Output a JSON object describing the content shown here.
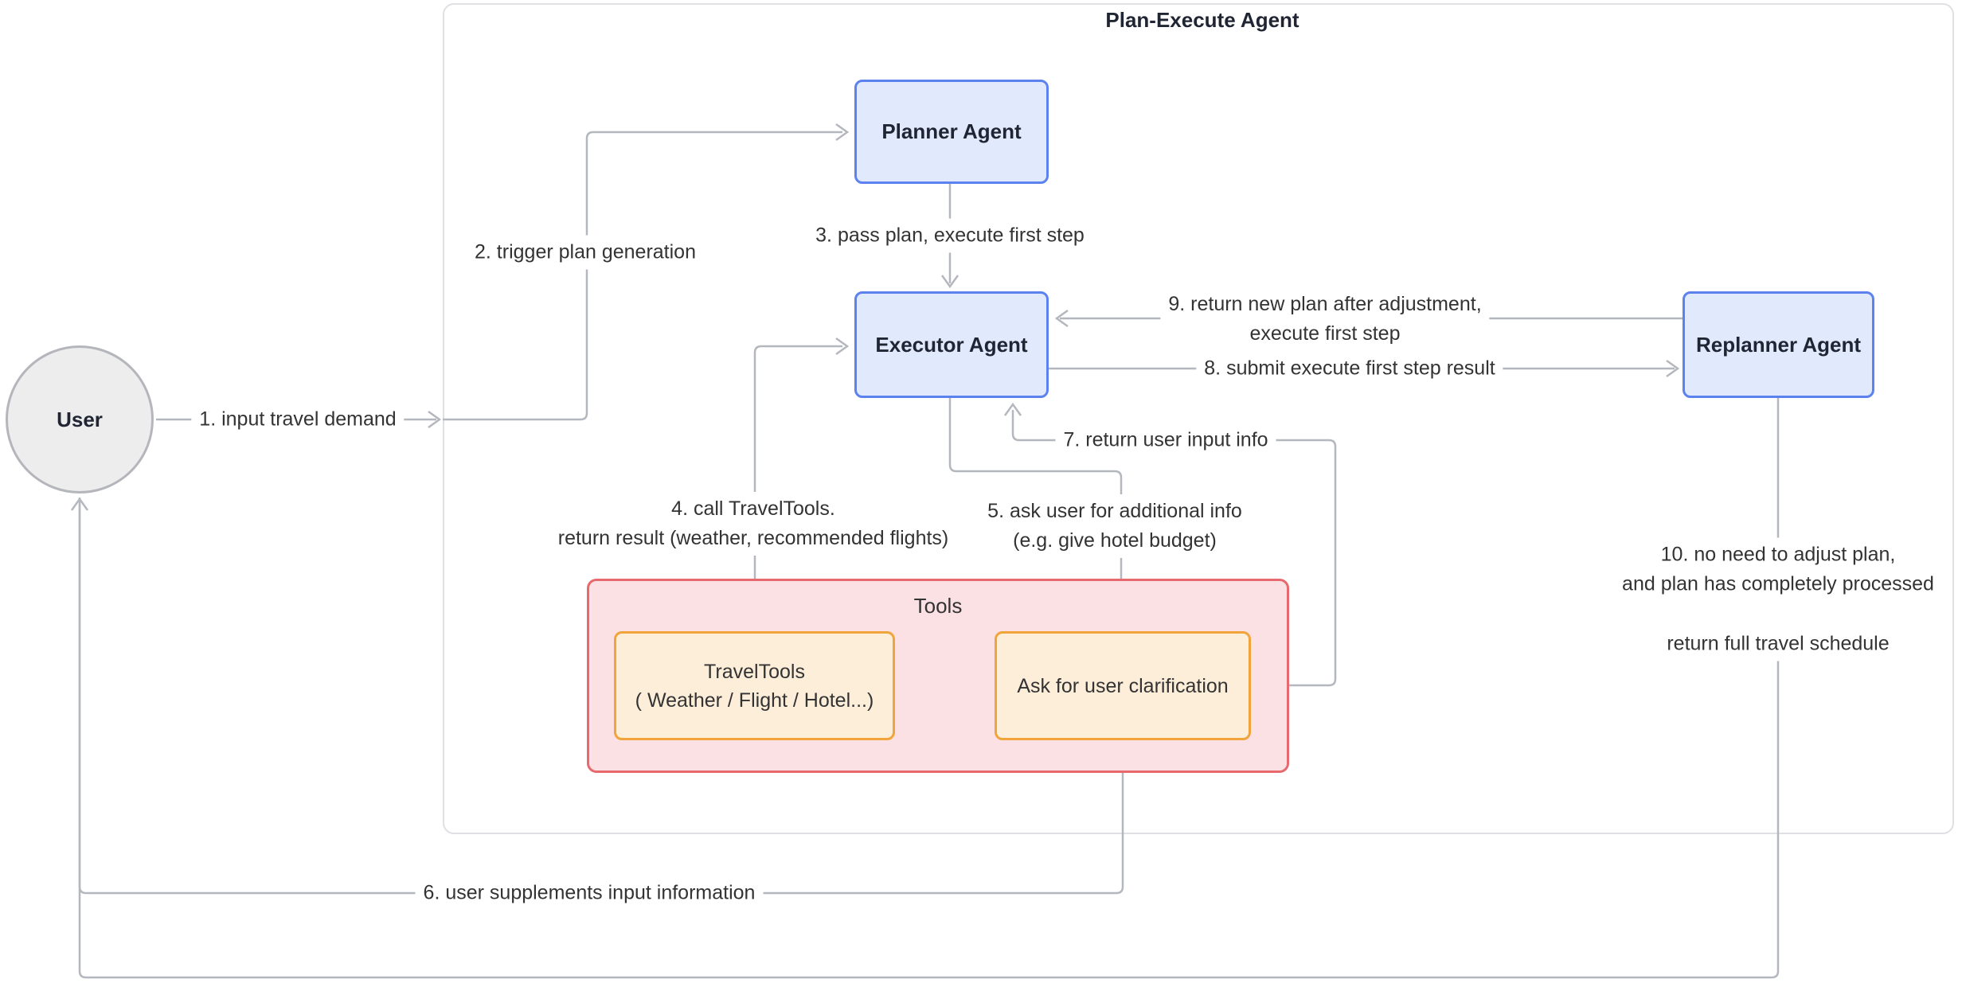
{
  "diagram": {
    "title": "Plan-Execute Agent",
    "nodes": {
      "user": {
        "label": "User"
      },
      "planner": {
        "label": "Planner Agent"
      },
      "executor": {
        "label": "Executor Agent"
      },
      "replanner": {
        "label": "Replanner Agent"
      },
      "tools_group": {
        "label": "Tools"
      },
      "travel_tools": {
        "line1": "TravelTools",
        "line2": "( Weather / Flight / Hotel...)"
      },
      "ask_user": {
        "label": "Ask for user clarification"
      }
    },
    "edges": {
      "e1": {
        "label": "1. input travel demand"
      },
      "e2": {
        "label": "2. trigger plan generation"
      },
      "e3": {
        "label": "3. pass plan, execute first step"
      },
      "e4": {
        "line1": "4. call TravelTools.",
        "line2": "return result (weather, recommended flights)"
      },
      "e5": {
        "line1": "5. ask user for additional info",
        "line2": "(e.g. give hotel budget)"
      },
      "e6": {
        "label": "6. user supplements input information"
      },
      "e7": {
        "label": "7. return user input info"
      },
      "e8": {
        "label": "8. submit execute first step result"
      },
      "e9": {
        "line1": "9. return new plan after adjustment,",
        "line2": "execute first step"
      },
      "e10": {
        "line1": "10. no need to adjust plan,",
        "line2": "and plan has completely processed",
        "line3": "return full travel schedule"
      }
    },
    "colors": {
      "agent_fill": "#e1e9fc",
      "agent_border": "#5b82ee",
      "tools_group_fill": "#fce1e4",
      "tools_group_border": "#e8696d",
      "tool_fill": "#fdeed9",
      "tool_border": "#f0a43a",
      "user_fill": "#ededee",
      "user_border": "#b4b6bb",
      "connector": "#b4b7bd",
      "label_text": "#333333",
      "node_text": "#1f2533"
    }
  }
}
